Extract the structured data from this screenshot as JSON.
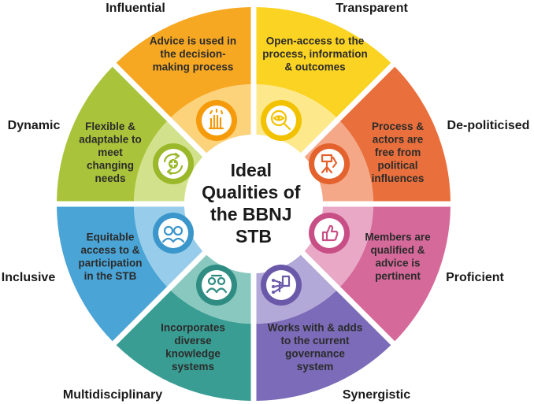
{
  "center_title": [
    "Ideal",
    "Qualities of",
    "the BBNJ",
    "STB"
  ],
  "segments": [
    {
      "label": "Influential",
      "description": [
        "Advice is used in",
        "the decision-",
        "making process"
      ],
      "icon": "hand-raising-icon",
      "outer_color": "#f7a823",
      "inner_color": "#fcd27a",
      "icon_color": "#f59a0b"
    },
    {
      "label": "Transparent",
      "description": [
        "Open-access to the",
        "process, information",
        "& outcomes"
      ],
      "icon": "magnifier-eye-icon",
      "outer_color": "#fbd322",
      "inner_color": "#fde98c",
      "icon_color": "#f2c200"
    },
    {
      "label": "De-politicised",
      "description": [
        "Process &",
        "actors are",
        "free from",
        "political",
        "influences"
      ],
      "icon": "protest-hands-icon",
      "outer_color": "#e96f3c",
      "inner_color": "#f4a888",
      "icon_color": "#e4622e"
    },
    {
      "label": "Proficient",
      "description": [
        "Members are",
        "qualified &",
        "advice is",
        "pertinent"
      ],
      "icon": "thumbs-up-icon",
      "outer_color": "#d5699a",
      "inner_color": "#e9a8c6",
      "icon_color": "#c84f86"
    },
    {
      "label": "Synergistic",
      "description": [
        "Works with & adds",
        "to the current",
        "governance",
        "system"
      ],
      "icon": "network-icon",
      "outer_color": "#7b6bb8",
      "inner_color": "#b3a9d8",
      "icon_color": "#6a59a9"
    },
    {
      "label": "Multidisciplinary",
      "description": [
        "Incorporates",
        "diverse",
        "knowledge",
        "systems"
      ],
      "icon": "people-network-icon",
      "outer_color": "#3a9d93",
      "inner_color": "#88c8bf",
      "icon_color": "#2e8c82"
    },
    {
      "label": "Inclusive",
      "description": [
        "Equitable",
        "access to &",
        "participation",
        "in the STB"
      ],
      "icon": "diverse-people-icon",
      "outer_color": "#4aa4d6",
      "inner_color": "#97cdea",
      "icon_color": "#3b96cb"
    },
    {
      "label": "Dynamic",
      "description": [
        "Flexible &",
        "adaptable to",
        "meet",
        "changing",
        "needs"
      ],
      "icon": "cycle-plus-icon",
      "outer_color": "#a9c43a",
      "inner_color": "#d2e28c",
      "icon_color": "#9ab82a"
    }
  ]
}
